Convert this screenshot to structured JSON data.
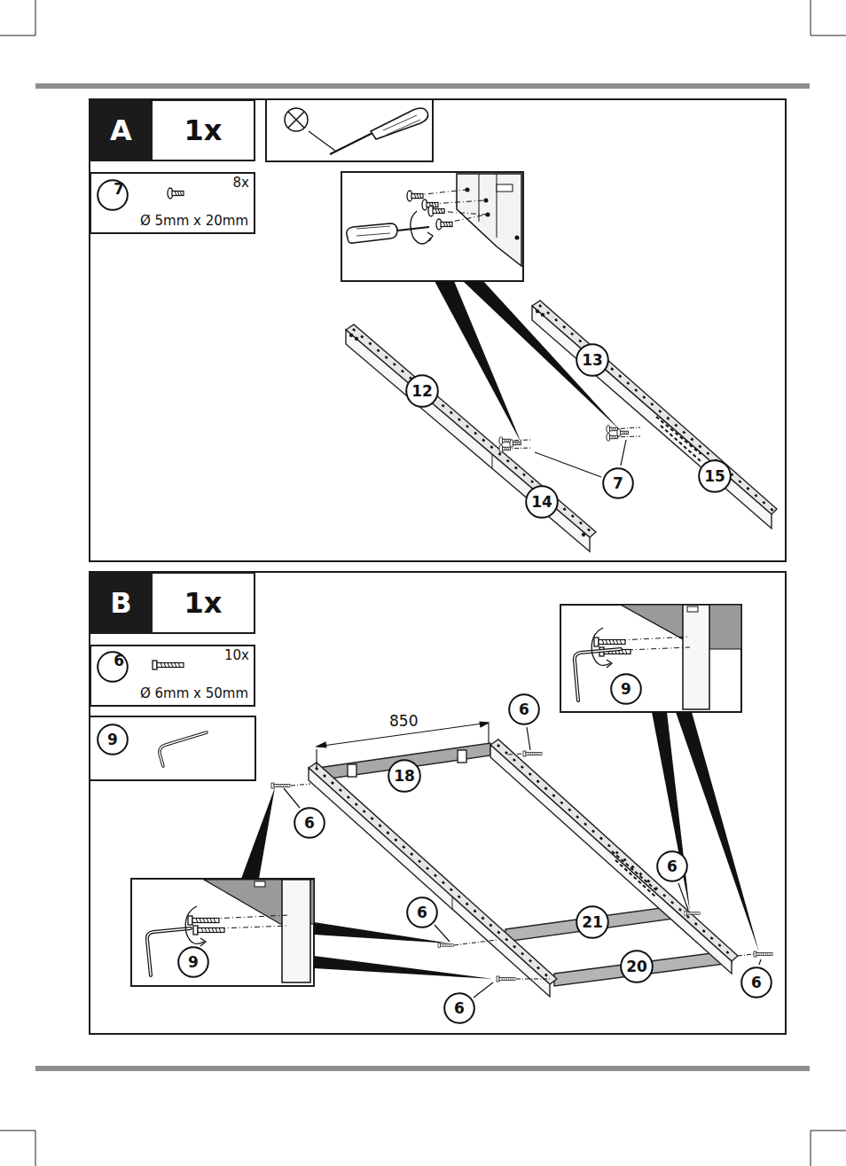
{
  "diagram": {
    "nodes": [
      {
        "text": [
          "A"
        ]
      },
      {
        "text": [
          "1x"
        ]
      },
      {
        "text": [
          "8x",
          "Ø 5mm x 20mm"
        ]
      },
      {
        "text": [
          "7"
        ],
        "in": 2
      },
      {
        "text": [
          "12"
        ]
      },
      {
        "text": [
          "13"
        ]
      },
      {
        "text": [
          "7"
        ]
      },
      {
        "text": [
          "15"
        ]
      },
      {
        "text": [
          "14"
        ]
      },
      {
        "text": [
          "B"
        ]
      },
      {
        "text": [
          "1x"
        ]
      },
      {
        "text": [
          "10x",
          "Ø 6mm x 50mm"
        ]
      },
      {
        "text": [
          "6"
        ],
        "in": 11
      },
      {
        "text": [
          "9"
        ]
      },
      {
        "text": [
          "6"
        ]
      },
      {
        "text": [
          "9"
        ]
      },
      {
        "text": [
          "18"
        ]
      },
      {
        "text": [
          "6"
        ]
      },
      {
        "text": [
          "6"
        ]
      },
      {
        "text": [
          "6"
        ]
      },
      {
        "text": [
          "21"
        ]
      },
      {
        "text": [
          "9"
        ]
      },
      {
        "text": [
          "20"
        ]
      },
      {
        "text": [
          "6"
        ]
      },
      {
        "text": [
          "6"
        ]
      }
    ],
    "labels": [
      "850"
    ]
  }
}
